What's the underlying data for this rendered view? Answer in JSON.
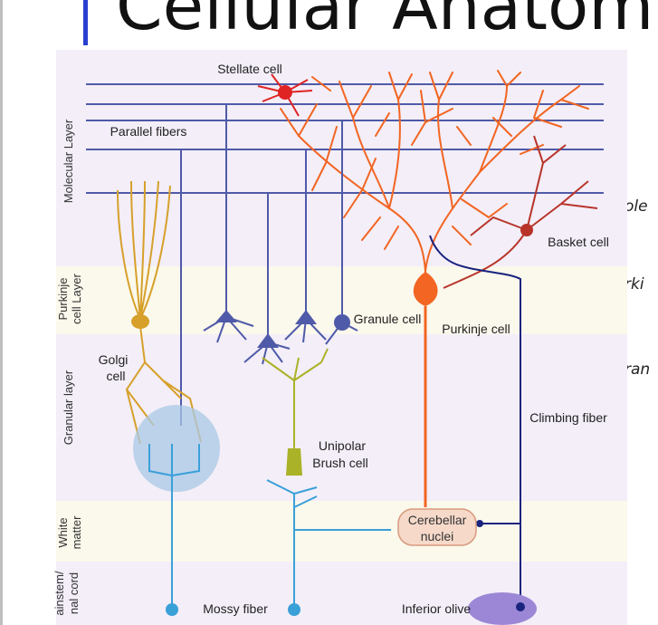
{
  "slide": {
    "title": "Cellular Anatom",
    "side_items": [
      "ole",
      "rki",
      "ran"
    ]
  },
  "diagram": {
    "layers": [
      {
        "label": "Molecular Layer"
      },
      {
        "label_line1": "Purkinje",
        "label_line2": "cell Layer"
      },
      {
        "label": "Granular layer"
      },
      {
        "label_line1": "White",
        "label_line2": "matter"
      },
      {
        "label_line1": "ainstem/",
        "label_line2": "nal cord"
      }
    ],
    "labels": {
      "stellate": "Stellate cell",
      "parallel": "Parallel fibers",
      "basket": "Basket cell",
      "golgi_1": "Golgi",
      "golgi_2": "cell",
      "granule": "Granule cell",
      "purkinje": "Purkinje cell",
      "climbing": "Climbing fiber",
      "unipolar_1": "Unipolar",
      "unipolar_2": "Brush cell",
      "nuclei_1": "Cerebellar",
      "nuclei_2": "nuclei",
      "mossy": "Mossy fiber",
      "olive": "Inferior olive"
    },
    "colors": {
      "background": "#f3eef8",
      "band": "#fbf8ec",
      "parallel_fiber": "#4f5aa8",
      "mossy": "#3aa0d8",
      "purkinje": "#f26522",
      "basket": "#b8342a",
      "stellate": "#e02424",
      "golgi": "#d6a02a",
      "brush": "#aab228",
      "climbing": "#1a237e",
      "nuclei": "#f6d9c9",
      "olive": "#9b87d6"
    }
  }
}
